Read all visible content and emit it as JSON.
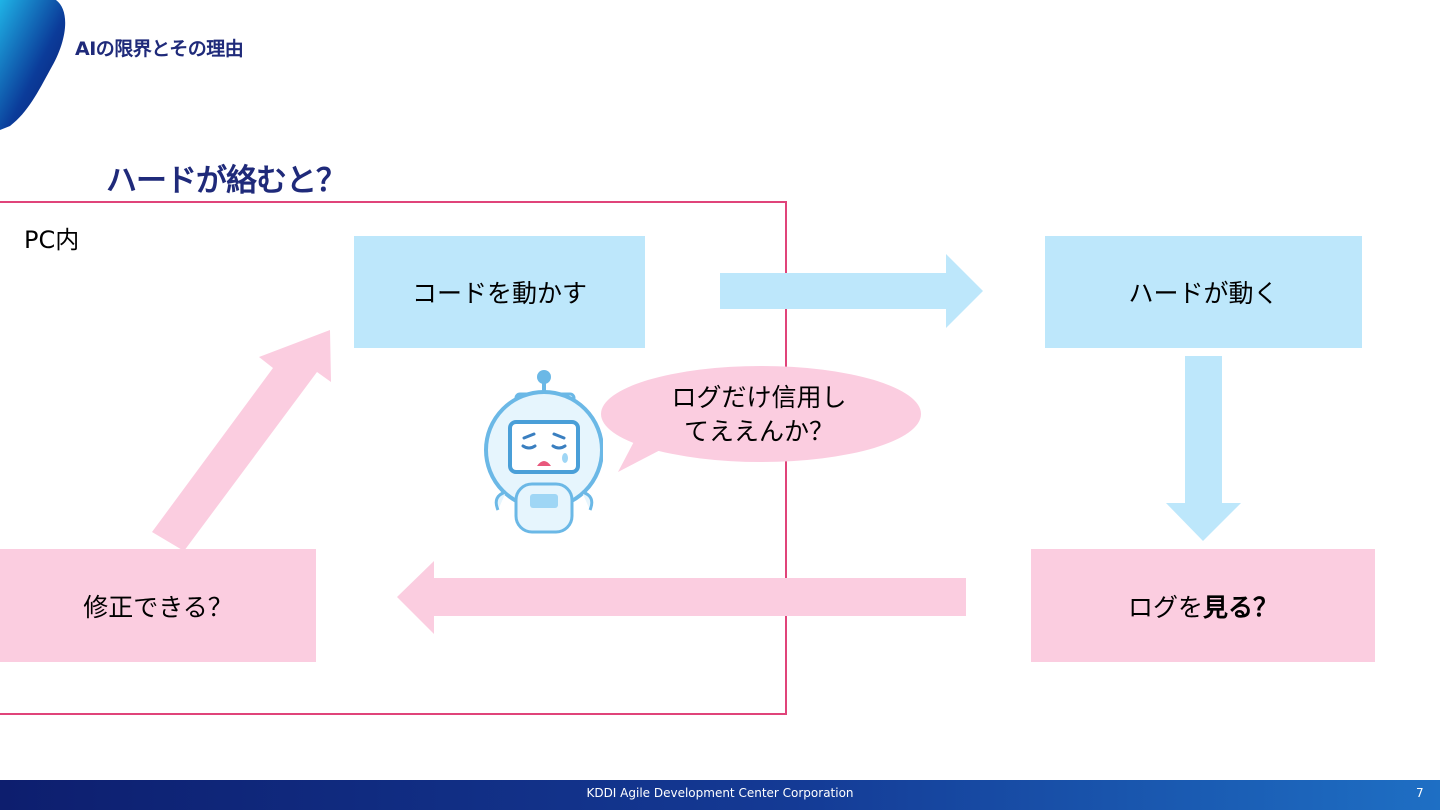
{
  "header": {
    "title": "AIの限界とその理由"
  },
  "slide": {
    "heading": "ハードが絡むと？"
  },
  "diagram": {
    "pc_label": "PC内",
    "run_code": "コードを動かす",
    "hard_moves": "ハードが動く",
    "see_log_prefix": "ログを",
    "see_log_emphasis": "見る？",
    "can_fix": "修正できる？",
    "speech_line1": "ログだけ信用し",
    "speech_line2": "てええんか？"
  },
  "footer": {
    "company": "KDDI Agile Development Center Corporation",
    "page_number": "7"
  },
  "colors": {
    "navy": "#1f2a7a",
    "light_blue": "#bde7fb",
    "light_pink": "#fbcde0",
    "frame_pink": "#e0447a"
  }
}
